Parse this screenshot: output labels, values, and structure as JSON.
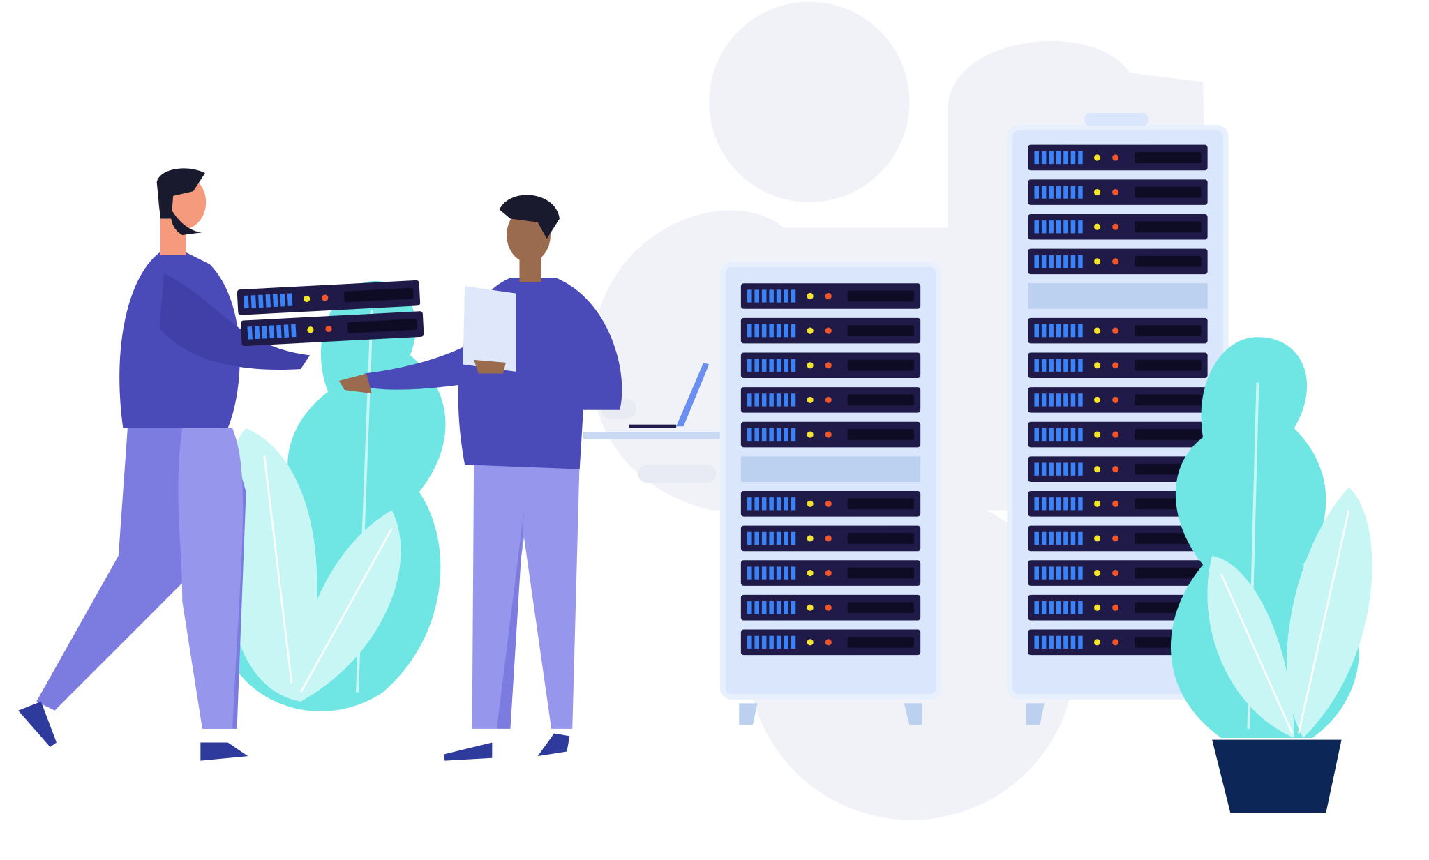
{
  "illustration": {
    "subject": "server-room",
    "colors": {
      "background_blob": "#f1f2f7",
      "rack_body": "#d9e6fb",
      "rack_gap": "#bcd0f0",
      "unit_body": "#1f1a47",
      "unit_bars": "#3b82f6",
      "led_yellow": "#f5e52a",
      "led_orange": "#f0562a",
      "plant_dark": "#6fe6e3",
      "plant_light": "#c8f6f4",
      "pot": "#0b2657",
      "shirt": "#4a4ab8",
      "pants": "#9696ec",
      "skin_light": "#f59a7c",
      "skin_dark": "#9b6b4f",
      "shoes": "#2f3b9c"
    },
    "racks": [
      {
        "units_before_gap": 5,
        "units_after_gap": 5
      },
      {
        "units_before_gap": 4,
        "units_after_gap": 10
      }
    ]
  }
}
